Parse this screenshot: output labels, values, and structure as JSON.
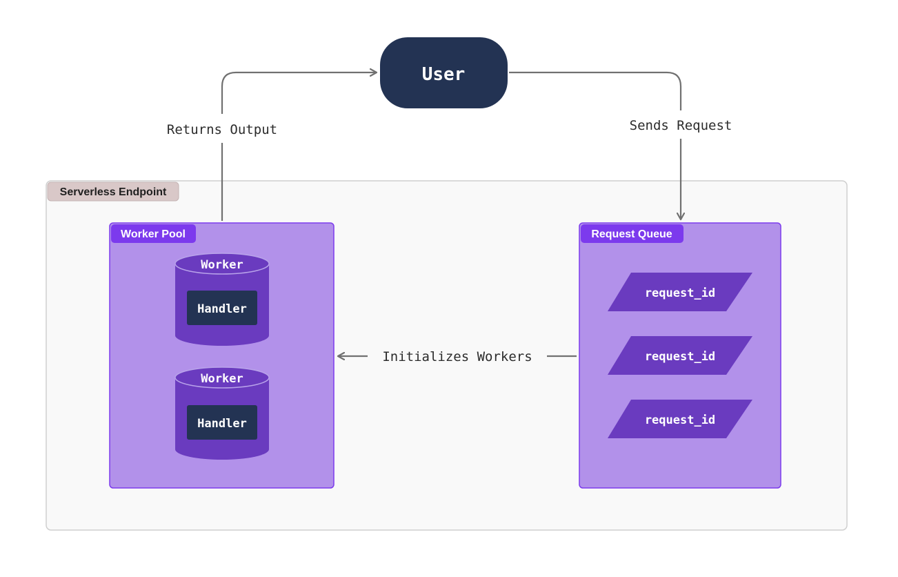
{
  "user": {
    "label": "User"
  },
  "edges": {
    "returns_output": "Returns Output",
    "sends_request": "Sends Request",
    "initializes_workers": "Initializes Workers"
  },
  "endpoint": {
    "label": "Serverless Endpoint"
  },
  "worker_pool": {
    "label": "Worker Pool",
    "workers": [
      {
        "label": "Worker",
        "handler": "Handler"
      },
      {
        "label": "Worker",
        "handler": "Handler"
      }
    ]
  },
  "request_queue": {
    "label": "Request Queue",
    "requests": [
      "request_id",
      "request_id",
      "request_id"
    ]
  },
  "colors": {
    "user_fill": "#233353",
    "panel_fill": "#b291ea",
    "panel_border": "#7c3aed",
    "tag_fill": "#7c3aed",
    "cylinder_fill": "#6a3bbf",
    "handler_fill": "#233353",
    "endpoint_fill": "#f9f9f9",
    "endpoint_border": "#cfcfcf",
    "endpoint_tag_fill": "#d9c8c8",
    "arrow": "#707070"
  }
}
